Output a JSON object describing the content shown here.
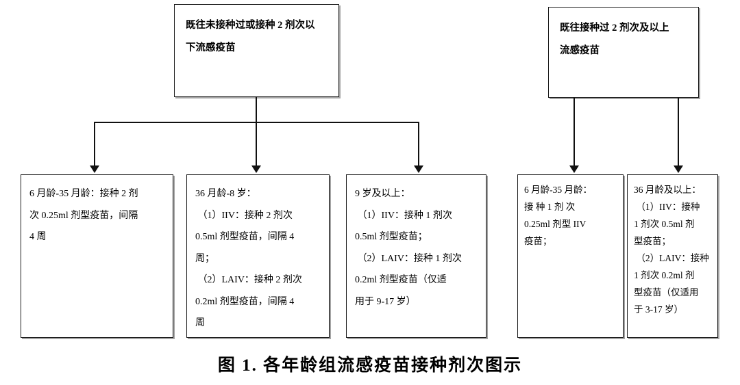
{
  "figure": {
    "caption": "图 1. 各年龄组流感疫苗接种剂次图示"
  },
  "colors": {
    "box_border": "#1a1a1a",
    "box_fill": "#ffffff",
    "connector": "#111111",
    "text": "#000000",
    "page_background": "#ffffff"
  },
  "groups": [
    {
      "id": "group-left",
      "parent": {
        "name": "parent-box-unvaccinated",
        "text": "既往未接种过或接种 2 剂次以\n下流感疫苗"
      },
      "children": [
        {
          "name": "child-box-6m-35m",
          "text": "6 月龄-35 月龄：接种 2 剂\n次 0.25ml 剂型疫苗，间隔\n4 周"
        },
        {
          "name": "child-box-36m-8y",
          "text": "36 月龄-8 岁：\n （1）IIV：接种 2 剂次\n0.5ml 剂型疫苗，间隔 4\n周；\n （2）LAIV：接种 2 剂次\n0.2ml 剂型疫苗，间隔 4\n周"
        },
        {
          "name": "child-box-9y-plus",
          "text": "9 岁及以上：\n （1）IIV：接种 1 剂次\n0.5ml 剂型疫苗；\n （2）LAIV：接种 1 剂次\n0.2ml 剂型疫苗（仅适\n用于 9-17 岁）"
        }
      ]
    },
    {
      "id": "group-right",
      "parent": {
        "name": "parent-box-vaccinated",
        "text": "既往接种过 2 剂次及以上\n流感疫苗"
      },
      "children": [
        {
          "name": "child-box-6m-35m-iiv",
          "text": "6 月龄-35 月龄：\n接 种 1 剂 次\n0.25ml 剂型 IIV\n疫苗；"
        },
        {
          "name": "child-box-36m-plus",
          "text": "36 月龄及以上：\n （1）IIV：接种\n1 剂次 0.5ml 剂\n型疫苗；\n （2）LAIV：接种\n1 剂次 0.2ml 剂\n型疫苗（仅适用\n于 3-17 岁）"
        }
      ]
    }
  ]
}
